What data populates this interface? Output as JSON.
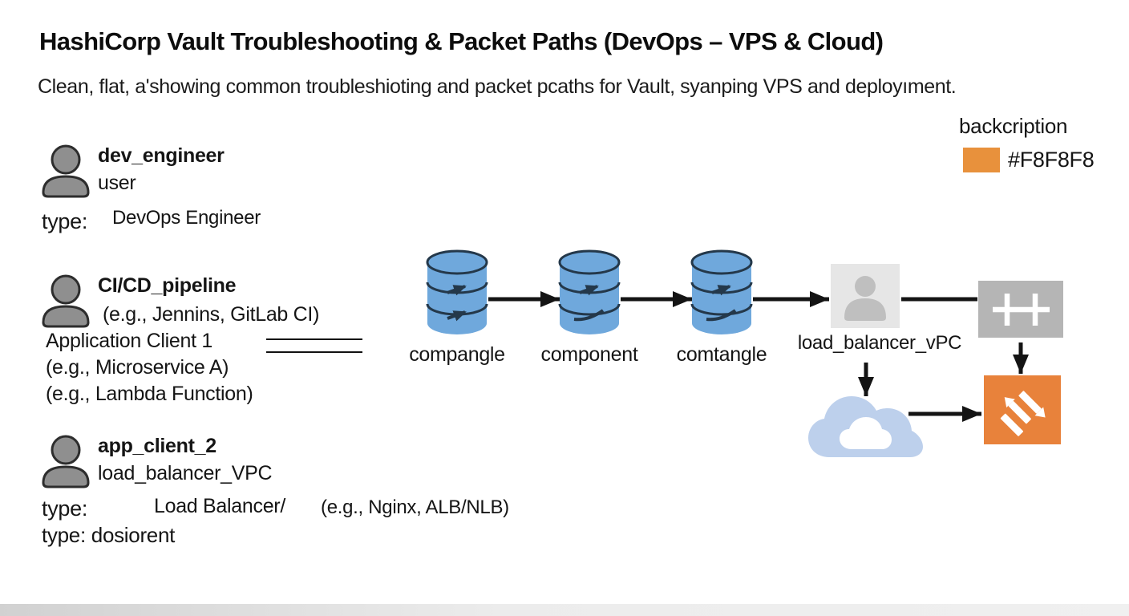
{
  "title": "HashiCorp Vault Troubleshooting & Packet Paths (DevOps – VPS & Cloud)",
  "subtitle": "Clean, flat, a'showing common troubleshioting and packet pcaths for Vault, syanping VPS and deployıment.",
  "legend": {
    "title": "backcription",
    "swatch_color": "#E8913C",
    "swatch_label": "#F8F8F8"
  },
  "actors": [
    {
      "name": "dev_engineer",
      "role": "user",
      "type_label": "type:",
      "type_value": "DevOps Engineer"
    },
    {
      "name": "CI/CD_pipeline",
      "role": "(e.g., Jennins, GitLab CI)",
      "lines": [
        "Application Client 1",
        "(e.g., Microservice A)",
        "(e.g., Lambda Function)"
      ]
    },
    {
      "name": "app_client_2",
      "role": "load_balancer_VPC",
      "type_label": "type:",
      "type_value": "Load Balancer/",
      "type_extra": "(e.g., Nginx, ALB/NLB)",
      "type_line2": "type: dosiorent"
    }
  ],
  "diagram": {
    "databases": [
      "compangle",
      "component",
      "comtangle"
    ],
    "load_balancer_label": "load_balancer_vPC",
    "colors": {
      "database_blue": "#6FA8DC",
      "outline_dark": "#24384A",
      "arrow_black": "#141414",
      "panel_gray": "#E6E6E6",
      "box_gray": "#B5B5B5",
      "cloud_blue": "#BDD0EC",
      "vault_orange": "#E8823B"
    }
  }
}
